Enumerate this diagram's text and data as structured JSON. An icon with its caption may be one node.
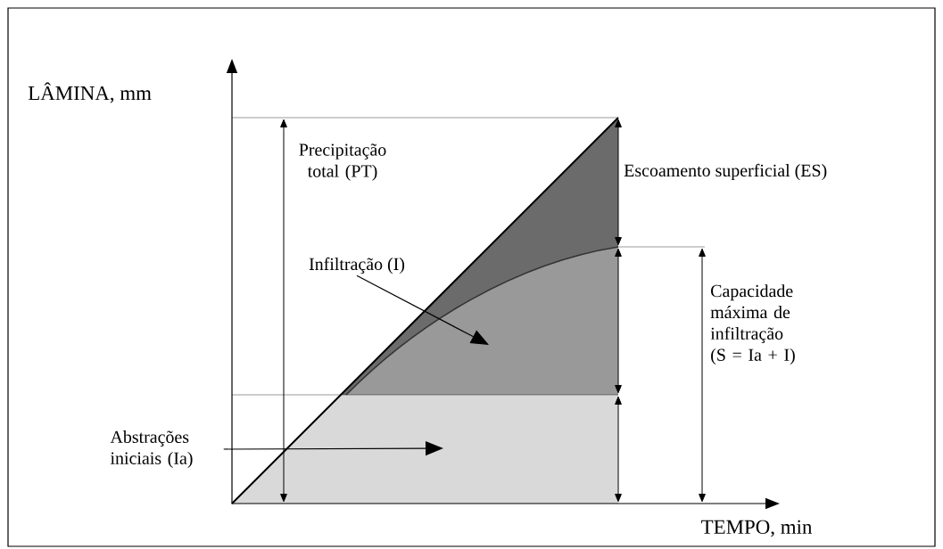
{
  "diagram": {
    "nodes": [
      {
        "text": [
          "Infiltração (I)"
        ]
      },
      {
        "text": [
          "Abstrações iniciais (Ia)"
        ]
      },
      {
        "text": [],
        "shape": "area"
      },
      {
        "text": [],
        "shape": "area"
      }
    ],
    "edges": [
      {
        "from": 0,
        "to": 2,
        "arrow": "to"
      },
      {
        "from": 1,
        "to": 3,
        "arrow": "to"
      }
    ],
    "labels": [
      "LÂMINA, mm",
      "Precipitação total (PT)",
      "Escoamento superficial (ES)",
      "Capacidade máxima de infiltração (S = Ia + I)",
      "TEMPO, min"
    ]
  }
}
